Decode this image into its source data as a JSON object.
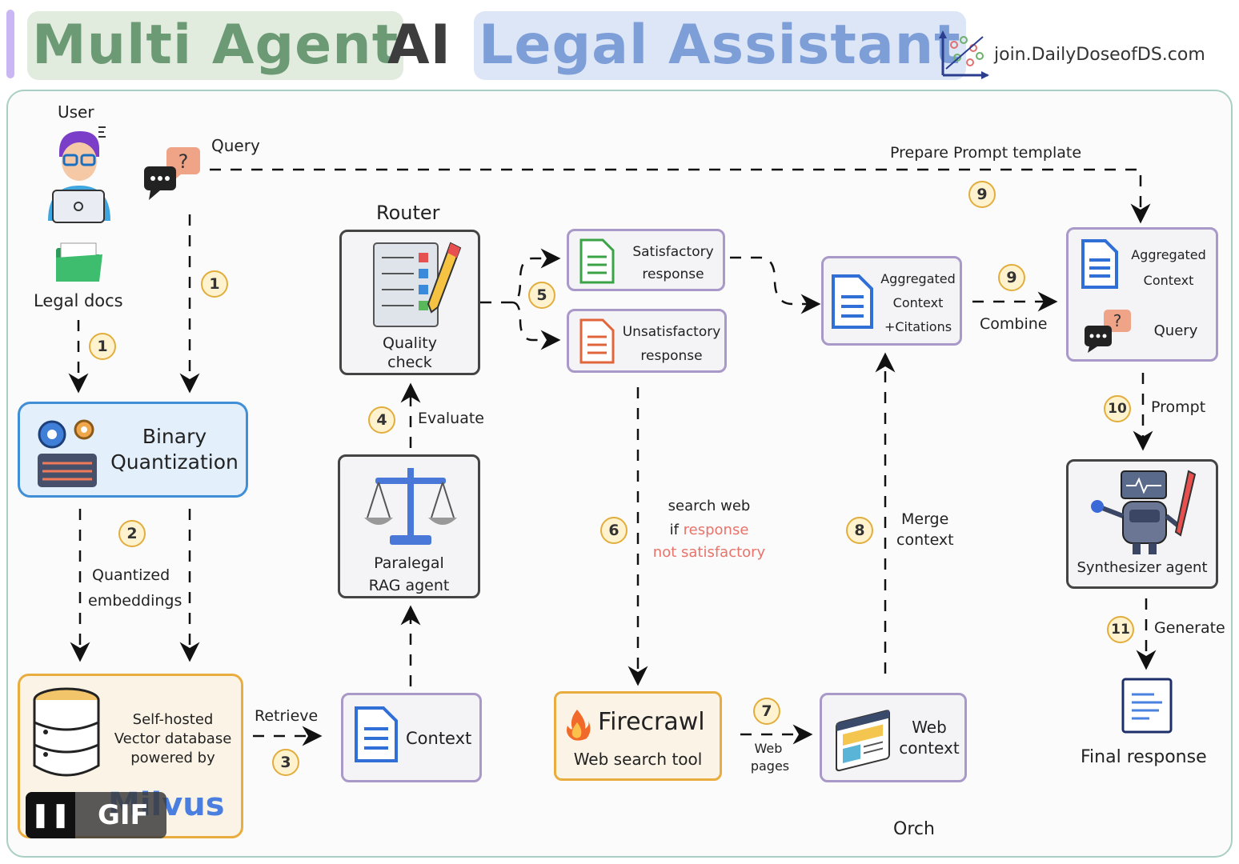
{
  "title": {
    "part1": "Multi Agent",
    "part2": "AI",
    "part3": "Legal Assistant"
  },
  "brand": "join.DailyDoseofDS.com",
  "nodes": {
    "user": "User",
    "query": "Query",
    "legal_docs": "Legal docs",
    "binary_quantization": {
      "line1": "Binary",
      "line2": "Quantization"
    },
    "vector_db": {
      "line1": "Self-hosted",
      "line2": "Vector database",
      "line3": "powered by",
      "logo": "Milvus"
    },
    "router": "Router",
    "quality_check": {
      "line1": "Quality",
      "line2": "check"
    },
    "paralegal": {
      "line1": "Paralegal",
      "line2": "RAG agent"
    },
    "context": "Context",
    "satisfactory": {
      "line1": "Satisfactory",
      "line2": "response"
    },
    "unsatisfactory": {
      "line1": "Unsatisfactory",
      "line2": "response"
    },
    "firecrawl": {
      "name": "Firecrawl",
      "sub": "Web search tool"
    },
    "web_context": {
      "line1": "Web",
      "line2": "context"
    },
    "aggregated_citations": {
      "line1": "Aggregated",
      "line2": "Context",
      "line3": "+Citations"
    },
    "aggregated_query": {
      "line1": "Aggregated",
      "line2": "Context",
      "line3": "Query"
    },
    "synthesizer": "Synthesizer agent",
    "final_response": "Final response",
    "orch": "Orch"
  },
  "edges": {
    "prepare_prompt": "Prepare Prompt template",
    "quantized": {
      "line1": "Quantized",
      "line2": "embeddings"
    },
    "retrieve": "Retrieve",
    "evaluate": "Evaluate",
    "search_web": {
      "line1": "search web",
      "line2a": "if ",
      "line2b": "response",
      "line3": "not satisfactory"
    },
    "merge": {
      "line1": "Merge",
      "line2": "context"
    },
    "web_pages": {
      "line1": "Web",
      "line2": "pages"
    },
    "combine": "Combine",
    "prompt": "Prompt",
    "generate": "Generate"
  },
  "steps": {
    "s1": "1",
    "s2": "2",
    "s3": "3",
    "s4": "4",
    "s5": "5",
    "s6": "6",
    "s7": "7",
    "s8": "8",
    "s9": "9",
    "s10": "10",
    "s11": "11"
  },
  "gif_badge": "GIF",
  "colors": {
    "title_green": "#6c9a74",
    "title_blue": "#7e9ed8",
    "panel_border": "#a9cfc4",
    "step_badge": "#fff3cf",
    "warning_text": "#e8736a",
    "doc_blue": "#2f6fd6",
    "doc_green": "#3aa345",
    "doc_orange": "#e0653a"
  }
}
